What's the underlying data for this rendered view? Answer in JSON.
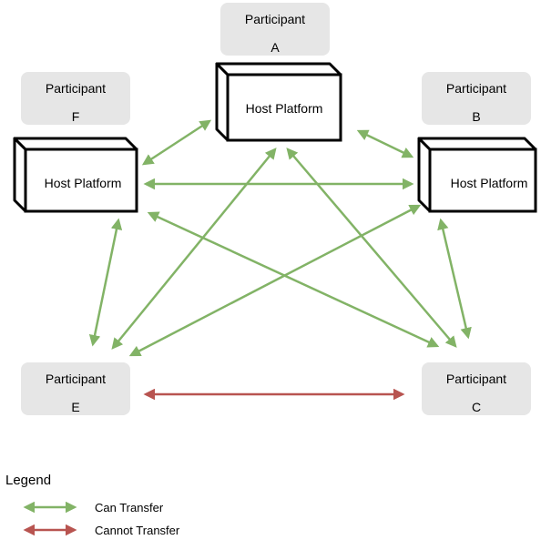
{
  "participants": {
    "a": {
      "label": "Participant",
      "id": "A"
    },
    "b": {
      "label": "Participant",
      "id": "B"
    },
    "c": {
      "label": "Participant",
      "id": "C"
    },
    "e": {
      "label": "Participant",
      "id": "E"
    },
    "f": {
      "label": "Participant",
      "id": "F"
    }
  },
  "host_platform_label": "Host Platform",
  "colors": {
    "can": "#82b366",
    "cannot": "#b85450",
    "box": "#e6e6e6"
  },
  "legend": {
    "title": "Legend",
    "can": "Can Transfer",
    "cannot": "Cannot Transfer"
  }
}
